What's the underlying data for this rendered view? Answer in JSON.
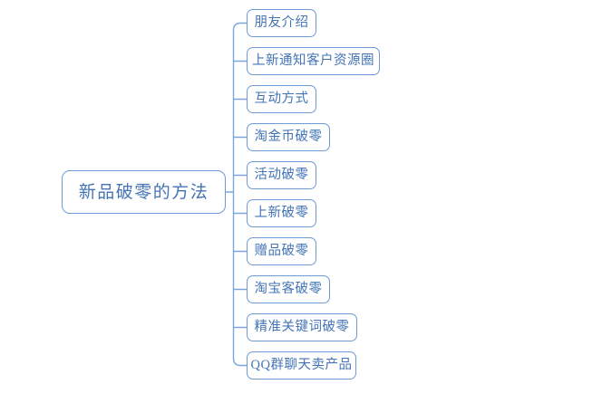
{
  "diagram": {
    "type": "mind-map",
    "orientation": "left-root-right-children",
    "colors": {
      "border": "#6d9bd8",
      "text": "#4474b5",
      "connector": "#7ba7dc",
      "background": "#ffffff"
    },
    "root": {
      "label": "新品破零的方法"
    },
    "children": [
      {
        "label": "朋友介绍",
        "width": 77
      },
      {
        "label": "上新通知客户资源圈",
        "width": 147
      },
      {
        "label": "互动方式",
        "width": 77
      },
      {
        "label": "淘金币破零",
        "width": 92
      },
      {
        "label": "活动破零",
        "width": 77
      },
      {
        "label": "上新破零",
        "width": 77
      },
      {
        "label": "赠品破零",
        "width": 77
      },
      {
        "label": "淘宝客破零",
        "width": 92
      },
      {
        "label": "精准关键词破零",
        "width": 122
      },
      {
        "label": "QQ群聊天卖产品",
        "width": 121
      }
    ]
  }
}
